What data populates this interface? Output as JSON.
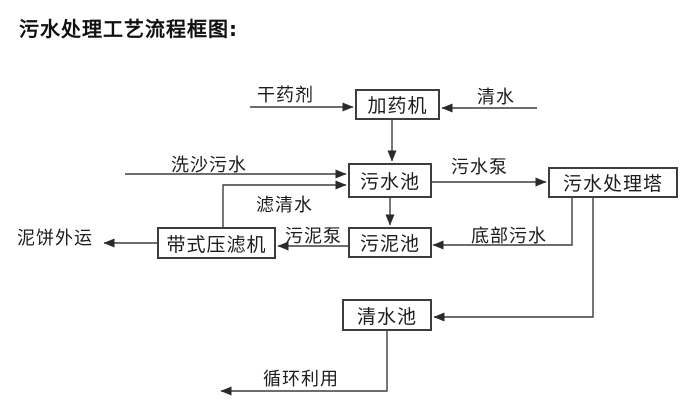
{
  "title": "污水处理工艺流程框图:",
  "diagram": {
    "type": "flowchart",
    "nodes": {
      "dosing_machine": {
        "label": "加药机"
      },
      "sewage_pool": {
        "label": "污水池"
      },
      "treatment_tower": {
        "label": "污水处理塔"
      },
      "sludge_pool": {
        "label": "污泥池"
      },
      "belt_filter_press": {
        "label": "带式压滤机"
      },
      "clean_water_pool": {
        "label": "清水池"
      }
    },
    "edges": [
      {
        "from": "external",
        "to": "dosing_machine",
        "label": "干药剂"
      },
      {
        "from": "external",
        "to": "dosing_machine",
        "label": "清水"
      },
      {
        "from": "dosing_machine",
        "to": "sewage_pool",
        "label": ""
      },
      {
        "from": "external",
        "to": "sewage_pool",
        "label": "洗沙污水"
      },
      {
        "from": "belt_filter_press",
        "to": "sewage_pool",
        "label": "滤清水"
      },
      {
        "from": "sewage_pool",
        "to": "treatment_tower",
        "label": "污水泵"
      },
      {
        "from": "sewage_pool",
        "to": "sludge_pool",
        "label": ""
      },
      {
        "from": "treatment_tower",
        "to": "sludge_pool",
        "label": "底部污水"
      },
      {
        "from": "sludge_pool",
        "to": "belt_filter_press",
        "label": "污泥泵"
      },
      {
        "from": "belt_filter_press",
        "to": "external",
        "label": "泥饼外运"
      },
      {
        "from": "treatment_tower",
        "to": "clean_water_pool",
        "label": ""
      },
      {
        "from": "clean_water_pool",
        "to": "external",
        "label": "循环利用"
      }
    ],
    "colors": {
      "line": "#3d3d3d",
      "text": "#1c1c1c",
      "box_fill": "#ffffff",
      "background": "#ffffff"
    }
  }
}
